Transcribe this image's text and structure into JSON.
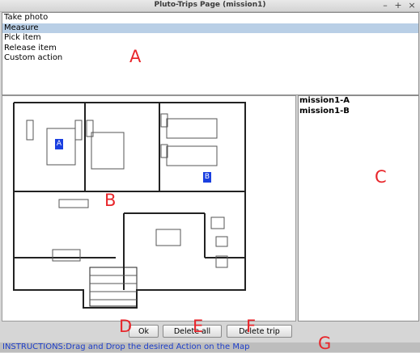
{
  "window": {
    "title": "Pluto-Trips Page (mission1)"
  },
  "actions": {
    "items": [
      "Take photo",
      "Measure",
      "Pick item",
      "Release item",
      "Custom action"
    ],
    "selected": "Measure"
  },
  "map": {
    "markers": [
      {
        "label": "A"
      },
      {
        "label": "B"
      }
    ]
  },
  "trips": {
    "items": [
      "mission1-A",
      "mission1-B"
    ]
  },
  "buttons": {
    "ok": "Ok",
    "delete_all": "Delete all",
    "delete_trip": "Delete trip"
  },
  "status": {
    "text": "INSTRUCTIONS:Drag and Drop the desired Action on the Map"
  },
  "callouts": {
    "a": "A",
    "b": "B",
    "c": "C",
    "d": "D",
    "e": "E",
    "f": "F",
    "g": "G"
  },
  "colors": {
    "selection": "#b9cfe6",
    "marker": "#1a3fe0",
    "callout": "#e8262b",
    "status_text": "#1d3ec9"
  }
}
